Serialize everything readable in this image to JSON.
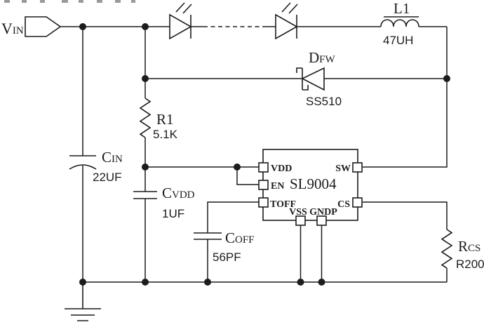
{
  "schematic": {
    "background": "#ffffff",
    "line_color": "#1c1c1c",
    "input_port": {
      "label": "Vin"
    },
    "components": {
      "cin": {
        "label": "Cin",
        "value": "22UF",
        "type": "electrolytic-capacitor"
      },
      "r1": {
        "label": "R1",
        "value": "5.1K",
        "type": "resistor"
      },
      "cvdd": {
        "label": "Cvdd",
        "value": "1UF",
        "type": "capacitor"
      },
      "coff": {
        "label": "Coff",
        "value": "56PF",
        "type": "capacitor"
      },
      "dfw": {
        "label": "Dfw",
        "value": "SS510",
        "type": "schottky-diode"
      },
      "l1": {
        "label": "L1",
        "value": "47UH",
        "type": "inductor"
      },
      "rcs": {
        "label": "Rcs",
        "value": "R200",
        "type": "resistor"
      },
      "leds": {
        "type": "led-string"
      }
    },
    "ic": {
      "part_number": "SL9004",
      "pins": {
        "vdd": "VDD",
        "en": "EN",
        "toff": "TOFF",
        "vss": "VSS",
        "gndp": "GNDP",
        "sw": "SW",
        "cs": "CS"
      }
    }
  }
}
